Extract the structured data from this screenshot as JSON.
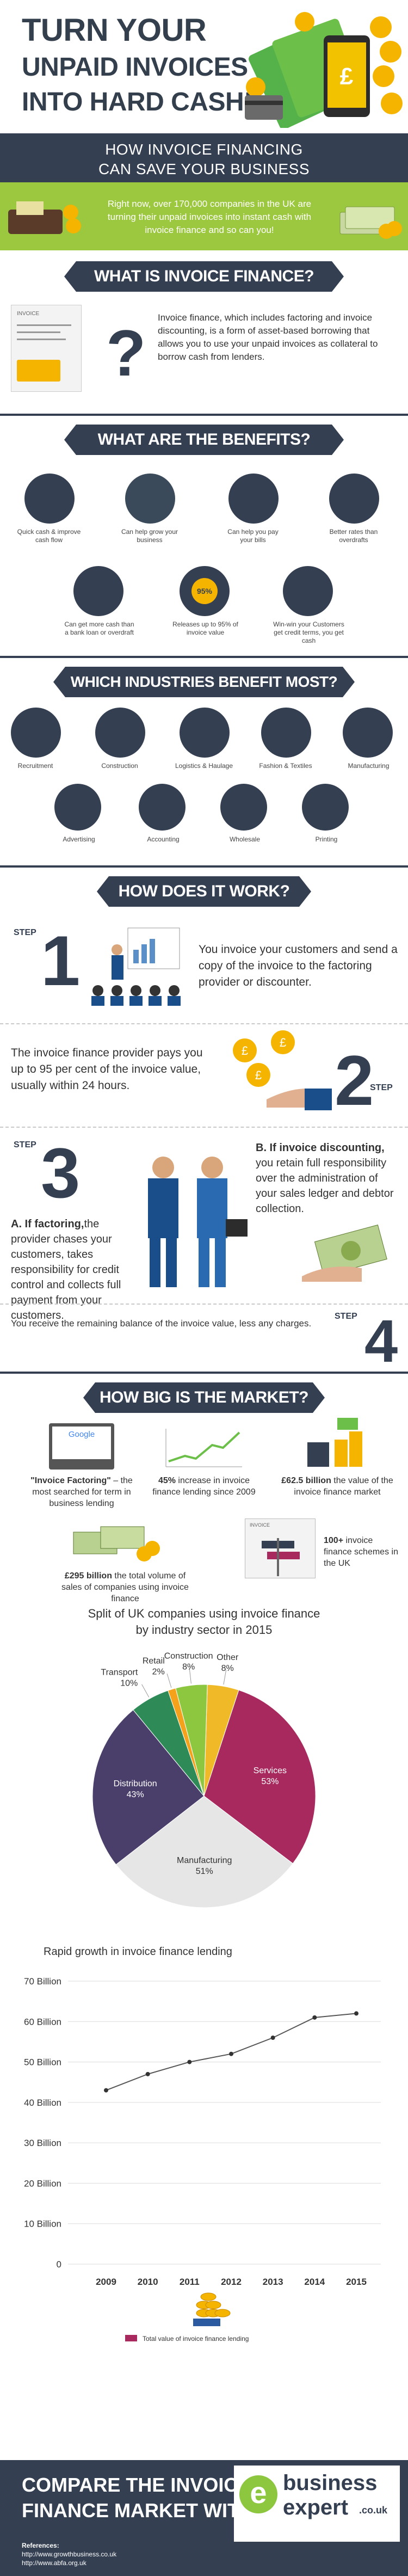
{
  "header": {
    "title_line1": "TURN YOUR",
    "title_line2": "UNPAID INVOICES",
    "title_line3": "INTO HARD CASH!",
    "subtitle": "HOW INVOICE FINANCING CAN SAVE YOUR BUSINESS"
  },
  "intro": {
    "text": "Right now, over 170,000 companies in the UK are turning their unpaid invoices into instant cash with invoice finance and so can you!"
  },
  "what_is": {
    "heading": "WHAT IS INVOICE FINANCE?",
    "doc_label": "INVOICE",
    "text": "Invoice finance, which includes factoring and invoice discounting, is a form of asset-based borrowing that allows you to use your unpaid invoices as collateral to borrow cash from lenders."
  },
  "benefits": {
    "heading": "WHAT ARE THE BENEFITS?",
    "items": [
      "Quick cash & improve cash flow",
      "Can help grow your business",
      "Can help you pay your bills",
      "Better rates than overdrafts",
      "Can get more cash than a bank loan or overdraft",
      "Releases up to 95% of invoice value",
      "Win-win your Customers get credit terms, you get cash"
    ]
  },
  "industries": {
    "heading": "WHICH INDUSTRIES BENEFIT MOST?",
    "items": [
      "Recruitment",
      "Construction",
      "Logistics & Haulage",
      "Fashion & Textiles",
      "Manufacturing",
      "Advertising",
      "Accounting",
      "Wholesale",
      "Printing"
    ]
  },
  "how": {
    "heading": "HOW DOES IT WORK?",
    "step_word": "STEP",
    "steps": [
      {
        "num": "1",
        "text": "You invoice your customers and send a copy of the invoice to the factoring provider or discounter."
      },
      {
        "num": "2",
        "text": "The invoice finance provider pays you up to 95 per cent of the invoice value, usually within 24 hours."
      },
      {
        "num": "3",
        "text_a_head": "A.  If factoring,",
        "text_a": "the provider chases your customers, takes responsibility for credit control and collects full payment from your customers.",
        "text_b_head": "B. If invoice discounting,",
        "text_b": "you retain full responsibility over the administration of your sales ledger and debtor collection."
      },
      {
        "num": "4",
        "text": "You receive the remaining balance of the invoice value, less any charges."
      }
    ]
  },
  "market": {
    "heading": "HOW BIG IS THE MARKET?",
    "google_word": "Google",
    "stats": [
      {
        "bold": "\"Invoice Factoring\"",
        "rest": " – the most searched for term in business lending"
      },
      {
        "bold": "45%",
        "rest": " increase in invoice finance lending since 2009"
      },
      {
        "bold": "£62.5 billion",
        "rest": " the value of the invoice finance market"
      },
      {
        "bold": "£295 billion",
        "rest": " the total volume of sales of companies using invoice finance"
      },
      {
        "bold": "100+",
        "rest": " invoice finance schemes in the UK"
      }
    ],
    "invoice_word": "INVOICE"
  },
  "pie": {
    "title_line1": "Split of UK companies using invoice finance",
    "title_line2": "by industry sector in 2015"
  },
  "chart_data": [
    {
      "type": "pie",
      "title": "Split of UK companies using invoice finance by industry sector in 2015",
      "categories": [
        "Services",
        "Manufacturing",
        "Distribution",
        "Transport",
        "Retail",
        "Construction",
        "Other"
      ],
      "values": [
        53,
        51,
        43,
        10,
        2,
        8,
        8
      ],
      "colors": [
        "#a8295e",
        "#e6e6e6",
        "#4a3f6b",
        "#2e8b57",
        "#f4a21c",
        "#8dc63f",
        "#f0b928"
      ]
    },
    {
      "type": "line",
      "title": "Rapid growth in invoice finance lending",
      "x": [
        "2009",
        "2010",
        "2011",
        "2012",
        "2013",
        "2014",
        "2015"
      ],
      "yticks": [
        "0",
        "10 Billion",
        "20 Billion",
        "30 Billion",
        "40 Billion",
        "50 Billion",
        "60 Billion",
        "70 Billion"
      ],
      "ylim": [
        0,
        70
      ],
      "grid": true,
      "series": [
        {
          "name": "Total value of invoice finance lending",
          "values": [
            43,
            47,
            50,
            52,
            56,
            61,
            62
          ]
        }
      ],
      "color": "#a8295e"
    }
  ],
  "footer": {
    "line1": "COMPARE THE INVOICE",
    "line2": "FINANCE MARKET WITH",
    "brand1": "business",
    "brand2": "expert",
    "brand3": ".co.uk",
    "refs_head": "References:",
    "ref1": "http://www.growthbusiness.co.uk",
    "ref2": "http://www.abfa.org.uk"
  },
  "colors": {
    "navy": "#343f52",
    "green": "#9cc83f",
    "gold": "#f4b400",
    "magenta": "#a8295e"
  }
}
